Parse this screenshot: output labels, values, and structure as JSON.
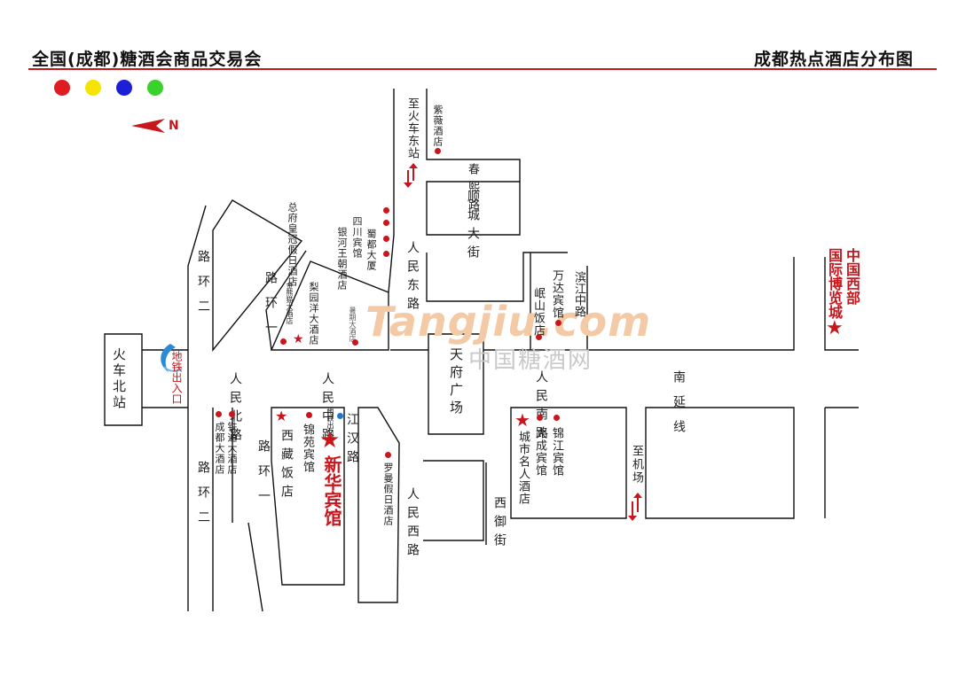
{
  "header": {
    "left_title": "全国(成都)糖酒会商品交易会",
    "right_title": "成都热点酒店分布图",
    "rule_color": "#c8161d"
  },
  "legend_dots": [
    {
      "color": "#e01b22",
      "name": "red-dot"
    },
    {
      "color": "#f5e400",
      "name": "yellow-dot"
    },
    {
      "color": "#1d1fd6",
      "name": "blue-dot"
    },
    {
      "color": "#3ad12c",
      "name": "green-dot"
    }
  ],
  "compass": {
    "label": "N",
    "icon": "north-arrow-icon"
  },
  "stations": {
    "north_station": "火车北站",
    "east_station": "至火车东站",
    "airport": "至机场",
    "metro_exit_left": "地铁出入口",
    "metro_exit_small": "地铁出口"
  },
  "roads": {
    "second_ring_top": "路环二",
    "second_ring_bottom": "路环二",
    "first_ring_top": "路环一",
    "first_ring_bottom": "路环一",
    "renmin_north": "人民北路",
    "renmin_middle": "人民中路",
    "renmin_east": "人民东路",
    "renmin_south": "人民南路",
    "renmin_west": "人民西路",
    "shuncheng": "顺城大街",
    "chunxi": "春熙路",
    "binjiang": "滨江中路",
    "xiyu": "西御街",
    "jianghan": "江汉路",
    "nanyan": "南延线"
  },
  "places": {
    "tianfu_square": "天府广场",
    "expo_line1": "中国西部",
    "expo_line2": "国际博览城"
  },
  "hotels": {
    "ziwei": "紫薇酒店",
    "zongfu": "总府皇冠假日酒店",
    "sichuan": "四川宾馆",
    "shuyu": "蜀都大厦",
    "yinhe": "银河王朝酒店",
    "jinjiang_huaxia": "金熊猫大酒店",
    "liyuan": "梨园洋大酒店",
    "huguan": "暑期大酒店",
    "minshan": "岷山饭店",
    "wanda": "万达宾馆",
    "chengdu_hotel": "成都大酒店",
    "tiedao": "铁道大酒店",
    "xizang": "西藏饭店",
    "jinyuan": "锦苑宾馆",
    "xinhua": "新华宾馆",
    "luoman": "罗曼假日酒店",
    "chengshi": "城市名人酒店",
    "dacheng": "大成宾馆",
    "jinjiang": "锦江宾馆"
  },
  "watermark": {
    "brand": "Tangjiu.com",
    "cn": "中国糖酒网"
  }
}
